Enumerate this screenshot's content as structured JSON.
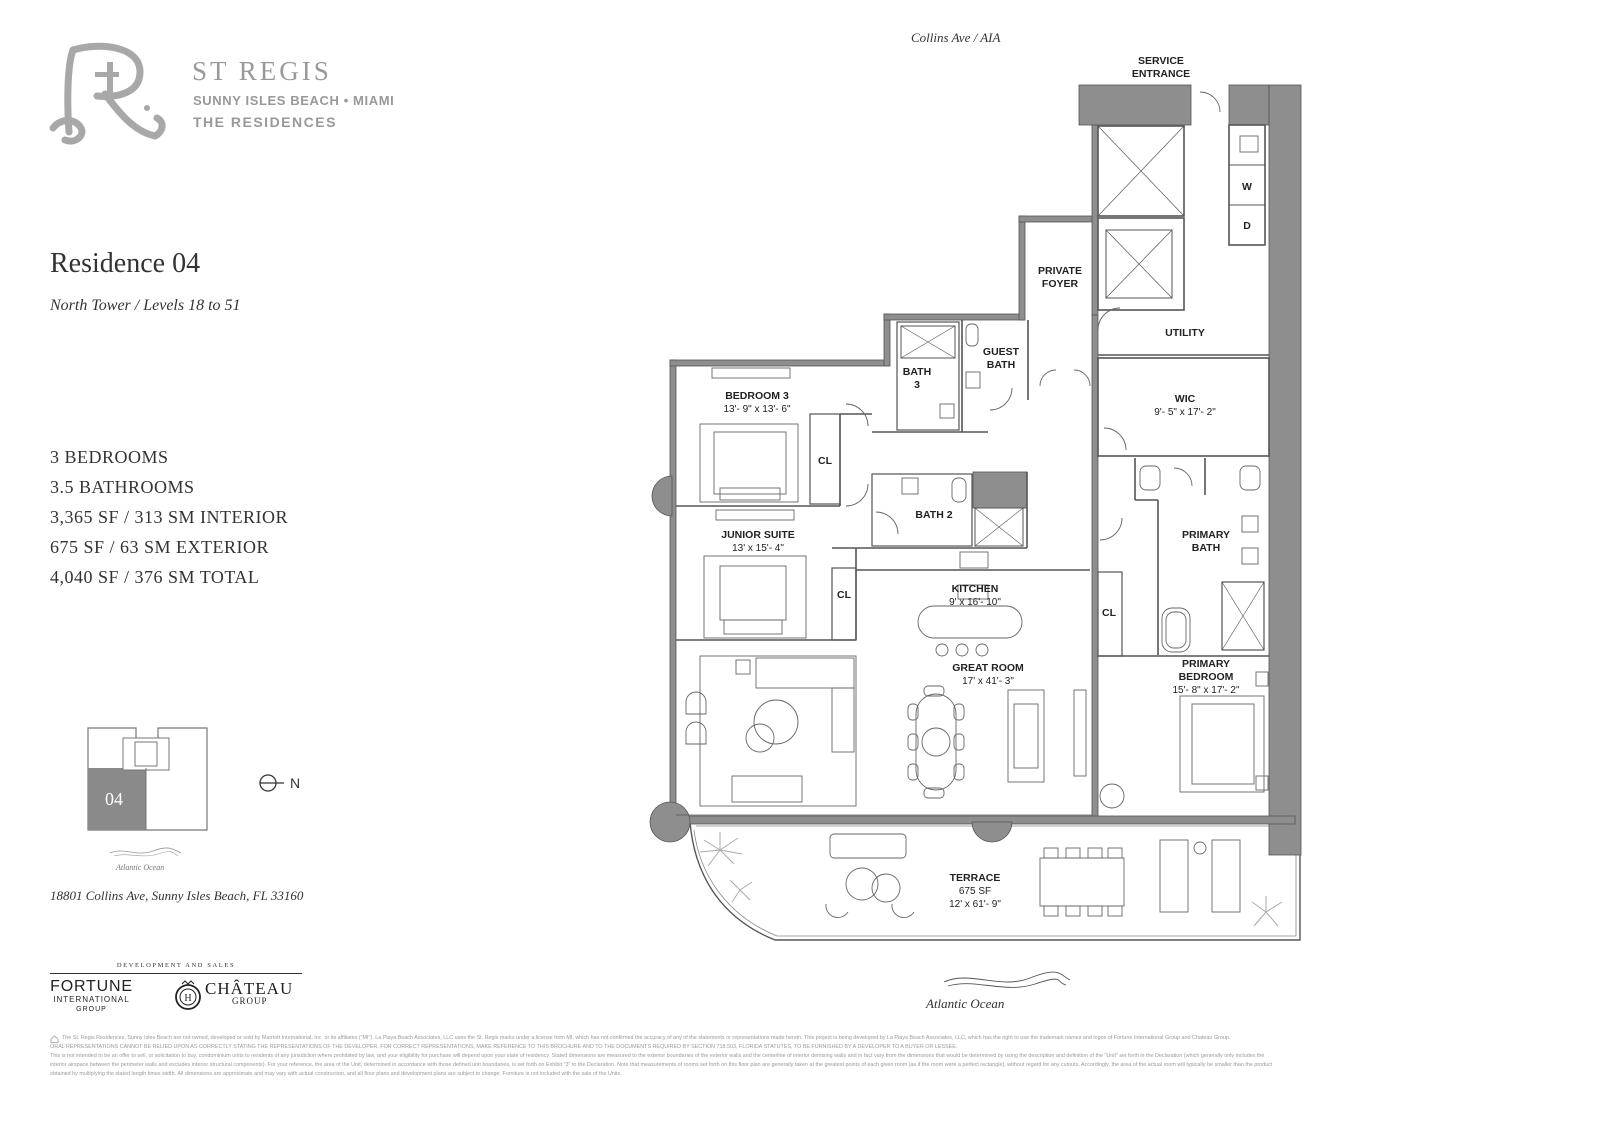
{
  "brand": {
    "name": "ST REGIS",
    "location": "SUNNY ISLES BEACH • MIAMI",
    "tagline": "THE RESIDENCES"
  },
  "residence": {
    "title": "Residence 04",
    "subtitle": "North Tower / Levels 18 to 51"
  },
  "stats": [
    "3 BEDROOMS",
    "3.5 BATHROOMS",
    "3,365 SF / 313 SM INTERIOR",
    "675 SF / 63 SM EXTERIOR",
    "4,040 SF / 376 SM TOTAL"
  ],
  "keyplan": {
    "unit_label": "04",
    "ocean_label": "Atlantic Ocean",
    "north_label": "N"
  },
  "address": "18801 Collins Ave, Sunny Isles Beach, FL 33160",
  "developers": {
    "heading": "DEVELOPMENT AND SALES",
    "fortune_line1": "FORTUNE",
    "fortune_line2": "INTERNATIONAL",
    "fortune_line3": "GROUP",
    "chateau_line1": "CHÂTEAU",
    "chateau_line2": "GROUP"
  },
  "plan": {
    "street_label": "Collins Ave / AIA",
    "ocean_label": "Atlantic Ocean",
    "rooms": {
      "service_entrance": "SERVICE ENTRANCE",
      "private_foyer": "PRIVATE FOYER",
      "utility": "UTILITY",
      "washer": "W",
      "dryer": "D",
      "guest_bath": "GUEST BATH",
      "bath3": "BATH 3",
      "bedroom3": "BEDROOM 3",
      "bedroom3_dim": "13'- 9\" x 13'- 6\"",
      "closet": "CL",
      "bath2": "BATH 2",
      "junior_suite": "JUNIOR SUITE",
      "junior_suite_dim": "13' x 15'- 4\"",
      "kitchen": "KITCHEN",
      "kitchen_dim": "9' x 16'- 10\"",
      "great_room": "GREAT ROOM",
      "great_room_dim": "17' x 41'- 3\"",
      "wic": "WIC",
      "wic_dim": "9'- 5\" x 17'- 2\"",
      "primary_bath": "PRIMARY BATH",
      "primary_bedroom": "PRIMARY BEDROOM",
      "primary_bedroom_dim": "15'- 8\" x 17'- 2\"",
      "terrace": "TERRACE",
      "terrace_area": "675 SF",
      "terrace_dim": "12' x 61'- 9\""
    }
  },
  "legal": [
    "The St. Regis Residences, Sunny Isles Beach are not owned, developed or sold by Marriott International, Inc. or its affiliates (\"MI\"). La Playa Beach Associates, LLC uses the St. Regis marks under a license from MI, which has not confirmed the accuracy of any of the statements or representations made herein. This project is being developed by La Playa Beach Associates, LLC, which has the right to use the trademark names and logos of Fortune International Group and Chateau Group.",
    "ORAL REPRESENTATIONS CANNOT BE RELIED UPON AS CORRECTLY STATING THE REPRESENTATIONS OF THE DEVELOPER. FOR CORRECT REPRESENTATIONS, MAKE REFERENCE TO THIS BROCHURE AND TO THE DOCUMENTS REQUIRED BY SECTION 718.503, FLORIDA STATUTES, TO BE FURNISHED BY A DEVELOPER TO A BUYER OR LESSEE.",
    "This is not intended to be an offer to sell, or solicitation to buy, condominium units to residents of any jurisdiction where prohibited by law, and your eligibility for purchase will depend upon your state of residency. Stated dimensions are measured to the exterior boundaries of the exterior walls and the centerline of interior demising walls and in fact vary from the dimensions that would be determined by using the description and definition of the \"Unit\" set forth in the Declaration (which generally only includes the",
    "interior airspace between the perimeter walls and excludes interior structural components). For your reference, the area of the Unit, determined in accordance with those defined unit boundaries, is set forth on Exhibit \"3\" to the Declaration. Note that measurements of rooms set forth on this floor plan are generally taken at the greatest points of each given room (as if the room were a perfect rectangle), without regard for any cutouts. Accordingly, the area of the actual room will typically be smaller than the product",
    "obtained by multiplying the stated length times width. All dimensions are approximate and may vary with actual construction, and all floor plans and development plans are subject to change. Furniture is not included with the sale of the Units."
  ]
}
